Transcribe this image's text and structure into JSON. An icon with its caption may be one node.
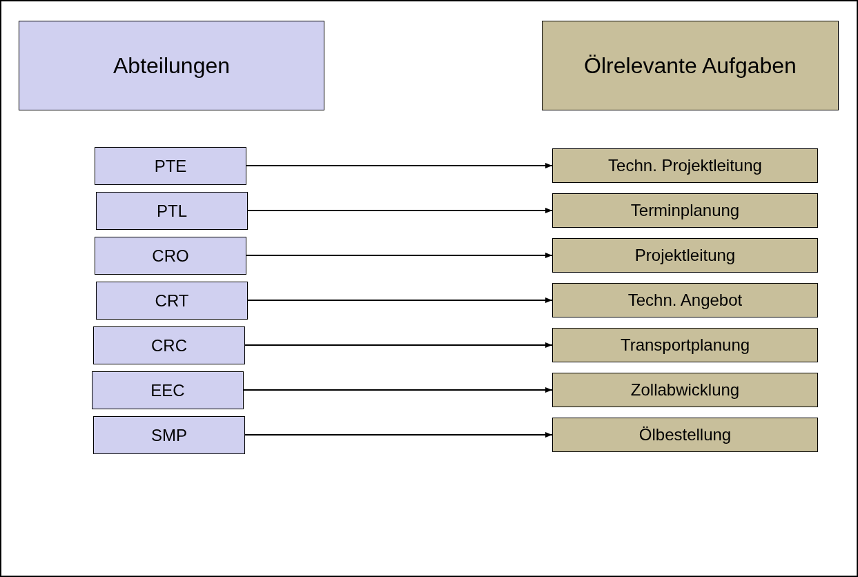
{
  "diagram": {
    "nodes": [
      {
        "text": [
          "Abteilungen"
        ]
      },
      {
        "text": [
          "Ölrelevante Aufgaben"
        ]
      },
      {
        "text": [
          "PTE"
        ]
      },
      {
        "text": [
          "Techn. Projektleitung"
        ]
      },
      {
        "text": [
          "PTL"
        ]
      },
      {
        "text": [
          "Terminplanung"
        ]
      },
      {
        "text": [
          "CRO"
        ]
      },
      {
        "text": [
          "Projektleitung"
        ]
      },
      {
        "text": [
          "CRT"
        ]
      },
      {
        "text": [
          "Techn. Angebot"
        ]
      },
      {
        "text": [
          "CRC"
        ]
      },
      {
        "text": [
          "Transportplanung"
        ]
      },
      {
        "text": [
          "EEC"
        ]
      },
      {
        "text": [
          "Zollabwicklung"
        ]
      },
      {
        "text": [
          "SMP"
        ]
      },
      {
        "text": [
          "Ölbestellung"
        ]
      }
    ],
    "edges": [
      {
        "from": 2,
        "to": 3,
        "arrow": "to"
      },
      {
        "from": 4,
        "to": 5,
        "arrow": "to"
      },
      {
        "from": 6,
        "to": 7,
        "arrow": "to"
      },
      {
        "from": 8,
        "to": 9,
        "arrow": "to"
      },
      {
        "from": 10,
        "to": 11,
        "arrow": "to"
      },
      {
        "from": 12,
        "to": 13,
        "arrow": "to"
      },
      {
        "from": 14,
        "to": 15,
        "arrow": "to"
      }
    ]
  }
}
